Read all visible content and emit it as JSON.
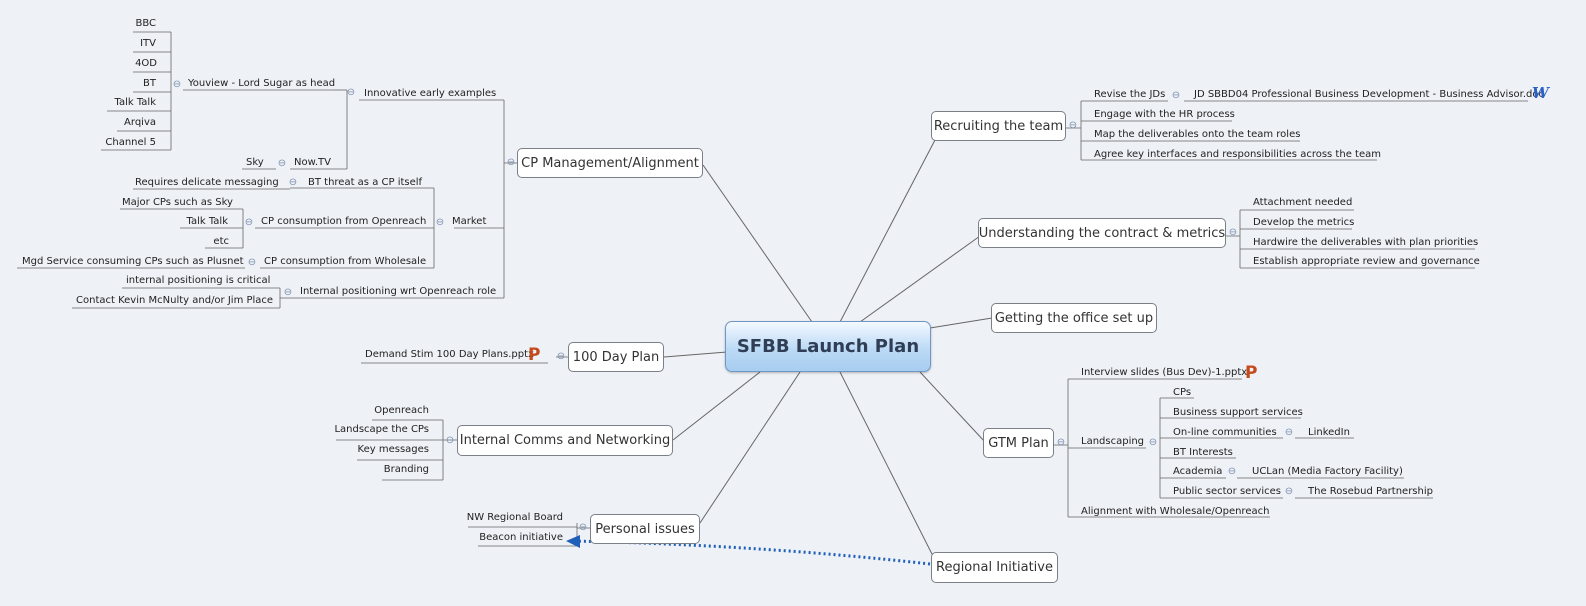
{
  "central": "SFBB Launch Plan",
  "branches": {
    "cp_mgmt": "CP Management/Alignment",
    "hundred_day": "100 Day Plan",
    "internal_comms": "Internal Comms and Networking",
    "personal": "Personal issues",
    "recruiting": "Recruiting the team",
    "contract": "Understanding the contract & metrics",
    "office": "Getting the office set up",
    "gtm": "GTM Plan",
    "regional": "Regional Initiative"
  },
  "cp": {
    "innovative": "Innovative early examples",
    "youview": "Youview - Lord Sugar as head",
    "youview_items": [
      "BBC",
      "ITV",
      "4OD",
      "BT",
      "Talk Talk",
      "Arqiva",
      "Channel 5"
    ],
    "nowtv": "Now.TV",
    "sky": "Sky",
    "market": "Market",
    "bt_threat": "BT threat as a CP itself",
    "delicate": "Requires delicate messaging",
    "openreach_consumption": "CP consumption from Openreach",
    "major_cps": "Major CPs such as Sky",
    "talktalk": "Talk Talk",
    "etc": "etc",
    "wholesale_consumption": "CP consumption from Wholesale",
    "mgd": "Mgd Service consuming CPs such as Plusnet",
    "internal_pos": "Internal positioning wrt Openreach role",
    "critical": "internal positioning is critical",
    "contact": "Contact Kevin McNulty and/or Jim Place"
  },
  "hundred": {
    "file": "Demand Stim 100 Day Plans.pptx"
  },
  "comms": [
    "Openreach",
    "Landscape the CPs",
    "Key messages",
    "Branding"
  ],
  "personal": [
    "NW Regional Board",
    "Beacon initiative"
  ],
  "recruit": {
    "revise": "Revise the JDs",
    "jd_file": "JD SBBD04 Professional Business Development - Business Advisor.doc",
    "items": [
      "Engage with the HR process",
      "Map the deliverables onto the team roles",
      "Agree key interfaces and responsibilities across the team"
    ]
  },
  "contract": [
    "Attachment needed",
    "Develop the metrics",
    "Hardwire the deliverables with plan priorities",
    "Establish appropriate review and governance"
  ],
  "gtm": {
    "slides": "Interview slides (Bus Dev)-1.pptx",
    "landscaping": "Landscaping",
    "land_items": [
      "CPs",
      "Business support services",
      "On-line communities",
      "BT Interests",
      "Academia",
      "Public sector services"
    ],
    "linkedin": "LinkedIn",
    "uclan": "UCLan  (Media Factory Facility)",
    "rosebud": "The Rosebud Partnership",
    "alignment": "Alignment with Wholesale/Openreach"
  },
  "icons": {
    "collapse": "collapse-toggle-icon",
    "word": "word-document-icon",
    "powerpoint": "powerpoint-file-icon"
  },
  "colors": {
    "central_fill": "#bcdaf6",
    "link_dotted": "#1f5fb8",
    "background": "#eef1f6"
  }
}
